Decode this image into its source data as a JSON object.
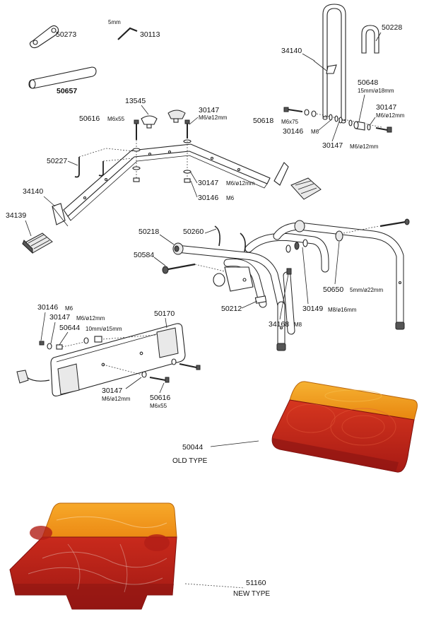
{
  "labels": {
    "l50273": "50273",
    "l30113": "30113",
    "l5mm": "5mm",
    "l50657": "50657",
    "l13545": "13545",
    "l50616a": "50616",
    "l50616a_size": "M6x55",
    "l30147a": "30147",
    "l30147a_size": "M6/ø12mm",
    "l50227": "50227",
    "l34140a": "34140",
    "l34139": "34139",
    "l30147b": "30147",
    "l30147b_size": "M6/ø12mm",
    "l30146b": "30146",
    "l30146b_size": "M6",
    "l34140b": "34140",
    "l50228": "50228",
    "l50648": "50648",
    "l50648_size": "15mm/ø18mm",
    "l30147c": "30147",
    "l30147c_size": "M6/ø12mm",
    "l50618": "50618",
    "l50618_size": "M6x75",
    "l30146c": "30146",
    "l30146c_size": "M6",
    "l30147d": "30147",
    "l30147d_size": "M6/ø12mm",
    "l50218": "50218",
    "l50260": "50260",
    "l50584": "50584",
    "l50212": "50212",
    "l34168": "34168",
    "l34168_size": "M8",
    "l30149": "30149",
    "l30149_size": "M8/ø16mm",
    "l50650": "50650",
    "l50650_size": "5mm/ø22mm",
    "l30146e": "30146",
    "l30146e_size": "M6",
    "l30147e": "30147",
    "l30147e_size": "M6/ø12mm",
    "l50644": "50644",
    "l50644_size": "10mm/ø15mm",
    "l50170": "50170",
    "l30147f": "30147",
    "l30147f_size": "M6/ø12mm",
    "l50616b": "50616",
    "l50616b_size": "M6x55",
    "l50044": "50044",
    "old_type": "OLD TYPE",
    "l51160": "51160",
    "new_type": "NEW TYPE"
  },
  "colors": {
    "lens_amber": "#f29a1c",
    "lens_red": "#c8231c",
    "lens_dark_red": "#8e1512",
    "lens_highlight": "#f6c050"
  }
}
